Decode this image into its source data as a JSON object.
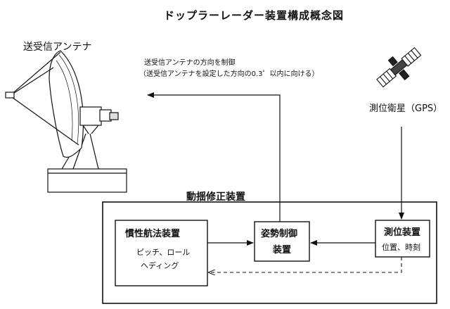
{
  "title": "ドップラーレーダー装置構成概念図",
  "antenna": {
    "label": "送受信アンテナ"
  },
  "note": {
    "line1": "送受信アンテナの方向を制御",
    "line2": "（送受信アンテナを設定した方向の0.3゜以内に向ける）"
  },
  "satellite": {
    "label": "測位衛星（GPS）"
  },
  "correction_unit": {
    "label": "動揺修正装置"
  },
  "ins": {
    "name": "慣性航法装置",
    "detail1": "ピッチ、ロール",
    "detail2": "ヘディング"
  },
  "attitude_control": {
    "line1": "姿勢制御",
    "line2": "装置"
  },
  "positioning": {
    "name": "測位装置",
    "detail": "位置、時刻"
  }
}
